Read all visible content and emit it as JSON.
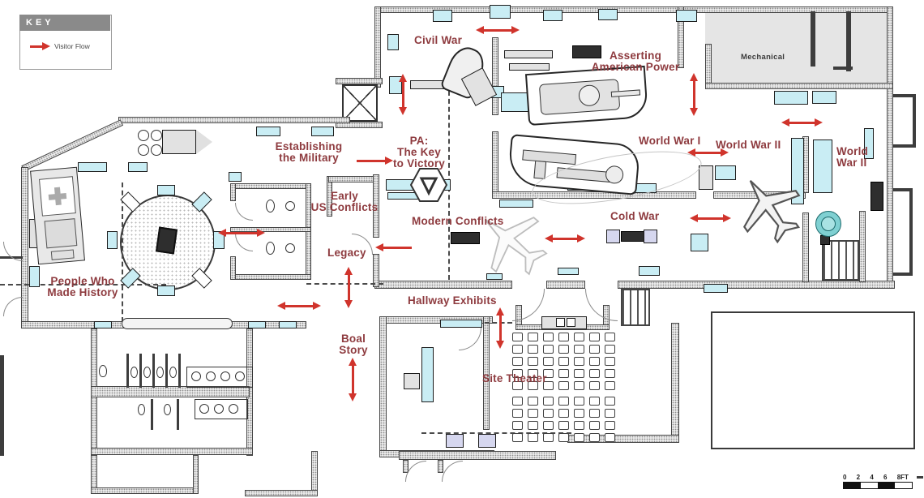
{
  "key": {
    "title": "KEY",
    "legend": [
      {
        "label": "Visitor Flow"
      }
    ]
  },
  "rooms": {
    "civil_war": "Civil War",
    "asserting_american_power": "Asserting\nAmerican Power",
    "mechanical": "Mechanical",
    "establishing_the_military": "Establishing\nthe Military",
    "pa_the_key_to_victory": "PA:\nThe Key\nto Victory",
    "world_war_i": "World War I",
    "world_war_ii": "World War II",
    "world_war_ii_annex": "World\nWar II",
    "early_us_conflicts": "Early\nUS Conflicts",
    "modern_conflicts": "Modern Conflicts",
    "cold_war": "Cold War",
    "legacy": "Legacy",
    "people_who_made_history": "People Who\nMade History",
    "hallway_exhibits": "Hallway Exhibits",
    "boal_story": "Boal\nStory",
    "site_theater": "Site Theater"
  },
  "scale_bar": {
    "ticks": "0 2 4 6 8FT"
  },
  "colors": {
    "visitor_flow": "#d0342c",
    "room_label": "#8e3b3f",
    "display_case": "#c9edf4",
    "wall_fill": "#eaeaea",
    "lavender_case": "#d6d7ef",
    "teal_exhibit": "#49b8ba",
    "mechanical_fill": "#e5e5e5"
  }
}
